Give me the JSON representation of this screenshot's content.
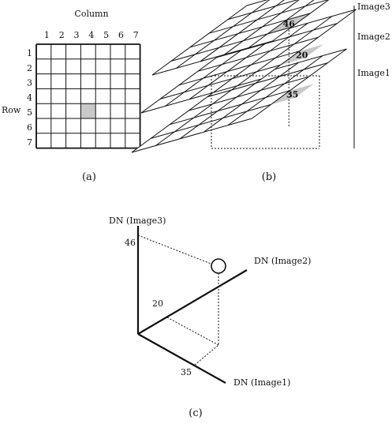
{
  "panel_a": {
    "column_header": "Column",
    "row_header": "Row",
    "column_numbers": [
      "1",
      "2",
      "3",
      "4",
      "5",
      "6",
      "7"
    ],
    "row_numbers": [
      "1",
      "2",
      "3",
      "4",
      "5",
      "6",
      "7"
    ],
    "highlighted_cell": {
      "row": 5,
      "col": 4
    },
    "caption": "(a)"
  },
  "panel_b": {
    "layers": [
      {
        "label": "Image3",
        "value": "46"
      },
      {
        "label": "Image2",
        "value": "20"
      },
      {
        "label": "Image1",
        "value": "35"
      }
    ],
    "caption": "(b)"
  },
  "panel_c": {
    "axis_image3": "DN (Image3)",
    "axis_image2": "DN (Image2)",
    "axis_image1": "DN (Image1)",
    "tick_image3": "46",
    "tick_image2": "20",
    "tick_image1": "35",
    "caption": "(c)"
  },
  "colors": {
    "line": "#111111",
    "highlight": "#c8c8c8"
  }
}
